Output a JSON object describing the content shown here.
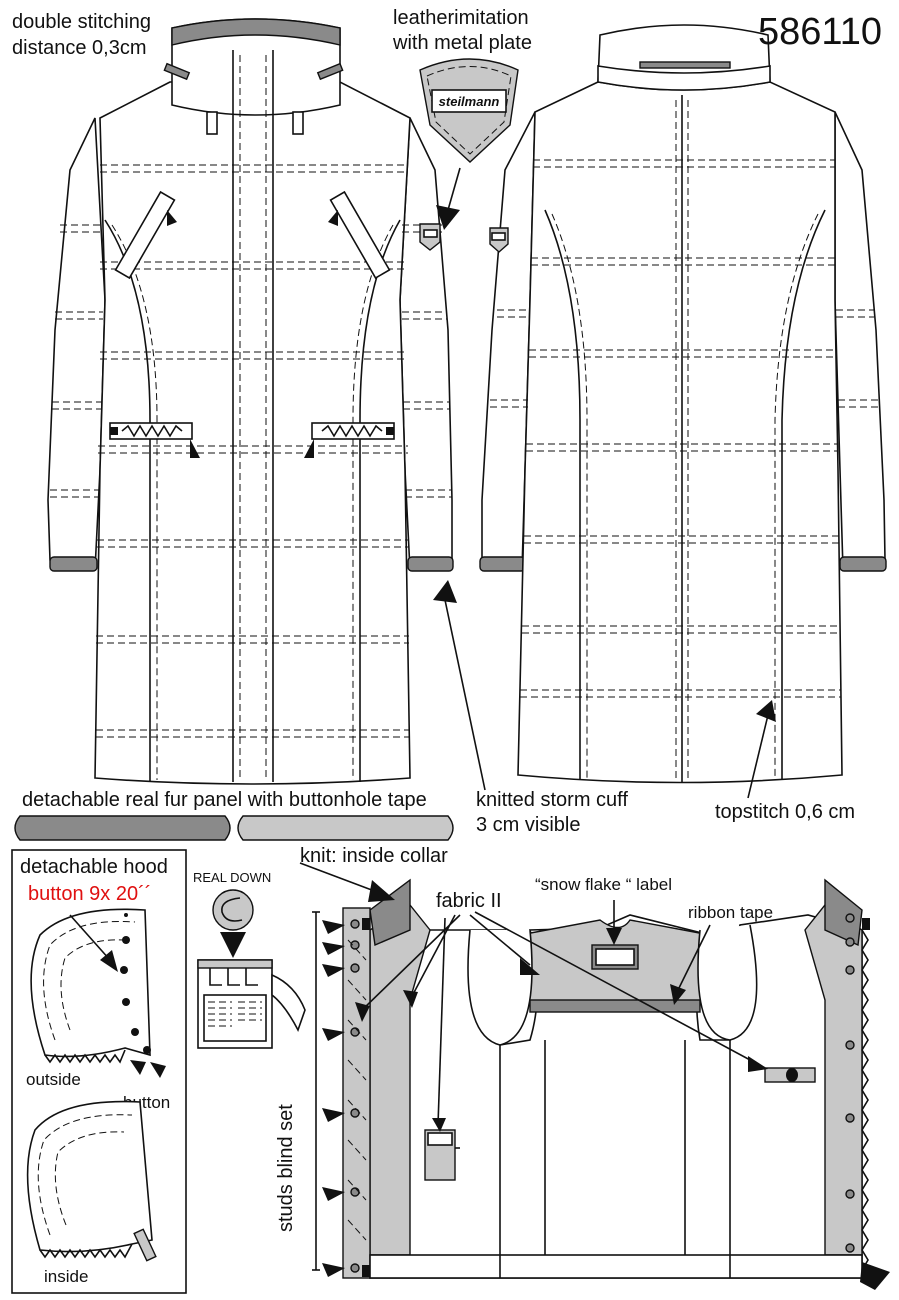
{
  "style_number": "586110",
  "labels": {
    "double_stitching": [
      "double stitching",
      "distance 0,3cm"
    ],
    "leather_imitation": [
      "leatherimitation",
      "with metal plate"
    ],
    "brand_tag": "steilmann",
    "fur_panel": "detachable real fur panel with buttonhole tape",
    "storm_cuff": [
      "knitted storm cuff",
      "3 cm visible"
    ],
    "topstitch": "topstitch 0,6 cm",
    "detachable_hood": "detachable hood",
    "button_spec": "button 9x 20´´",
    "outside": "outside",
    "button": "button",
    "inside": "inside",
    "real_down": "REAL  DOWN",
    "knit_inside_collar": "knit: inside collar",
    "fabric_ii": "fabric II",
    "snow_flake_label": "“snow flake “ label",
    "ribbon_tape": "ribbon tape",
    "studs_blind_set": "studs blind set"
  },
  "colors": {
    "line": "#111111",
    "light_grey": "#c8c8c8",
    "mid_grey": "#8a8a8a",
    "accent_red": "#e01010"
  }
}
